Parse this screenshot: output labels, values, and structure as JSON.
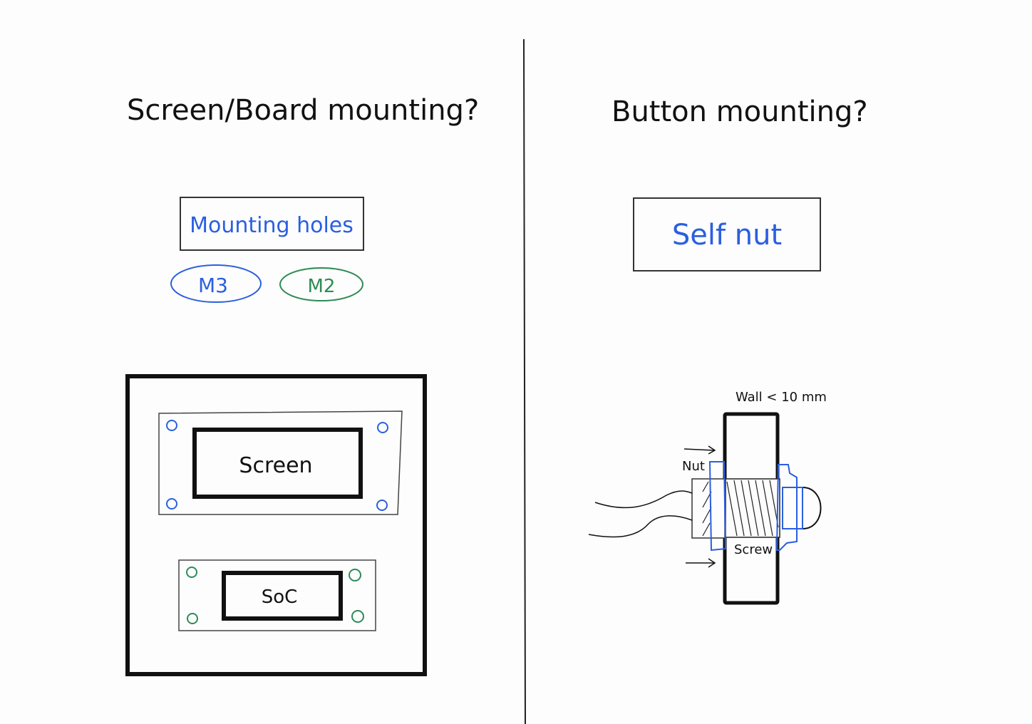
{
  "left_panel": {
    "title": "Screen/Board mounting?",
    "mounting_label": "Mounting holes",
    "option_a": "M3",
    "option_b": "M2",
    "screen_label": "Screen",
    "soc_label": "SoC"
  },
  "right_panel": {
    "title": "Button mounting?",
    "option_label": "Self nut",
    "wall_note": "Wall < 10 mm",
    "nut_label": "Nut",
    "screw_label": "Screw"
  },
  "colors": {
    "ink": "#111111",
    "blue": "#2a5fe0",
    "green": "#2e8b57"
  }
}
